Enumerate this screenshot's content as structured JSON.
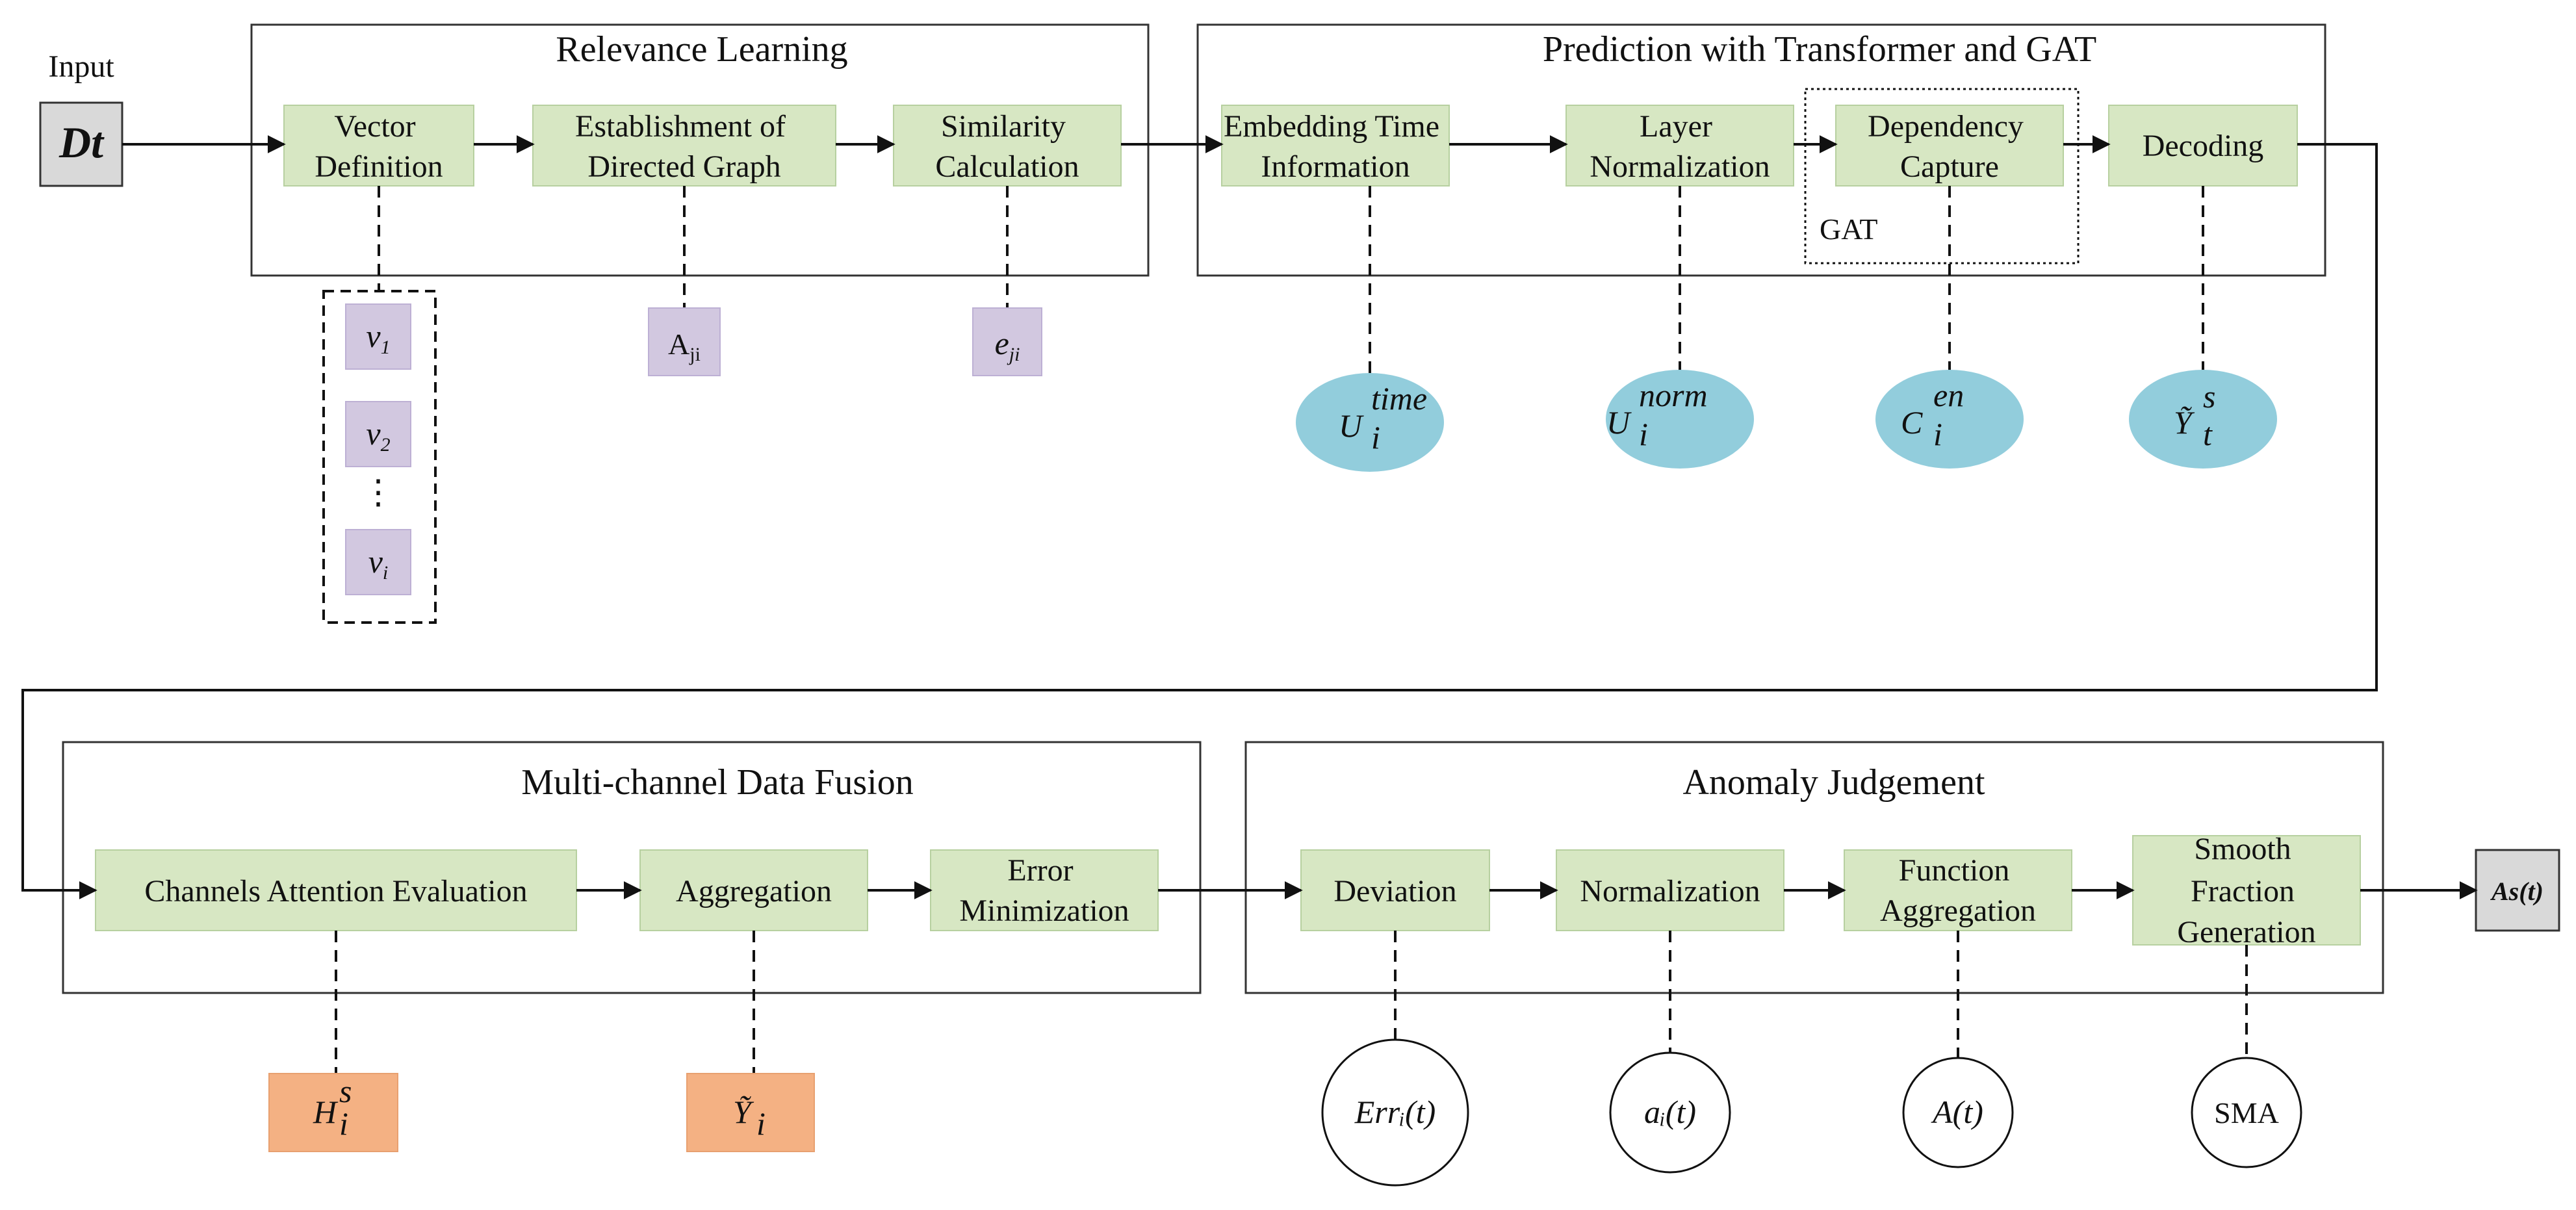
{
  "input": {
    "caption": "Input",
    "symbol": "Dt"
  },
  "output": {
    "symbol": "As(t)"
  },
  "sections": {
    "relevance": {
      "title": "Relevance Learning"
    },
    "prediction": {
      "title": "Prediction with Transformer and GAT",
      "gat_label": "GAT"
    },
    "fusion": {
      "title": "Multi-channel Data Fusion"
    },
    "anomaly": {
      "title": "Anomaly Judgement"
    }
  },
  "boxes": {
    "vector_definition": [
      "Vector",
      "Definition"
    ],
    "directed_graph": [
      "Establishment of",
      "Directed Graph"
    ],
    "similarity": [
      "Similarity",
      "Calculation"
    ],
    "embedding_time": [
      "Embedding Time",
      "Information"
    ],
    "layer_norm": [
      "Layer",
      "Normalization"
    ],
    "dependency": [
      "Dependency",
      "Capture"
    ],
    "decoding": "Decoding",
    "channels_attention": "Channels Attention Evaluation",
    "aggregation": "Aggregation",
    "error_min": [
      "Error",
      "Minimization"
    ],
    "deviation": "Deviation",
    "normalization": "Normalization",
    "function_agg": [
      "Function",
      "Aggregation"
    ],
    "smooth_fraction": [
      "Smooth",
      "Fraction",
      "Generation"
    ]
  },
  "symbols": {
    "v1": {
      "base": "v",
      "sub": "1"
    },
    "v2": {
      "base": "v",
      "sub": "2"
    },
    "vdots": "⋮",
    "vi": {
      "base": "v",
      "sub": "i"
    },
    "Aji": {
      "base": "A",
      "sub": "ji"
    },
    "eji": {
      "base": "e",
      "sub": "ji"
    },
    "U_time": {
      "base": "U",
      "sub": "i",
      "sup": "time"
    },
    "U_norm": {
      "base": "U",
      "sub": "i",
      "sup": "norm"
    },
    "C_en": {
      "base": "C",
      "sub": "i",
      "sup": "en"
    },
    "Y_s": {
      "base": "Ỹ",
      "sub": "t",
      "sup": "s"
    },
    "H_s": {
      "base": "H",
      "sub": "i",
      "sup": "s"
    },
    "Y_tilde_i": {
      "base": "Ỹ",
      "sub": "i"
    },
    "Err": "Errᵢ(t)",
    "a_i": "aᵢ(t)",
    "A_t": "A(t)",
    "SMA": "SMA"
  },
  "colors": {
    "green": "#d7e7c3",
    "purple": "#d2c8e0",
    "orange": "#f4b183",
    "teal": "#92cddc",
    "gray": "#d9d9d9"
  }
}
